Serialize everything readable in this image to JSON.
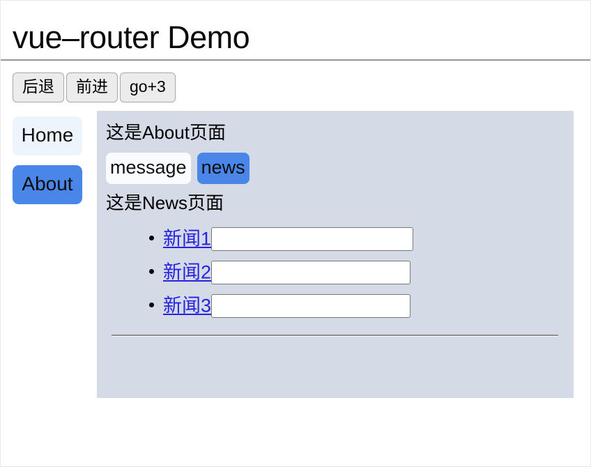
{
  "header": {
    "title": "vue–router Demo"
  },
  "history_controls": {
    "buttons": [
      {
        "label": "后退",
        "name": "back-button"
      },
      {
        "label": "前进",
        "name": "forward-button"
      },
      {
        "label": "go+3",
        "name": "go-plus-3-button"
      }
    ]
  },
  "sidebar": {
    "items": [
      {
        "label": "Home",
        "active": false
      },
      {
        "label": "About",
        "active": true
      }
    ]
  },
  "panel": {
    "heading": "这是About页面",
    "tabs": [
      {
        "label": "message",
        "active": false
      },
      {
        "label": "news",
        "active": true
      }
    ],
    "subheading": "这是News页面",
    "news_items": [
      {
        "link_label": "新闻1",
        "input_value": "",
        "input_placeholder": ""
      },
      {
        "link_label": "新闻2",
        "input_value": "",
        "input_placeholder": ""
      },
      {
        "link_label": "新闻3",
        "input_value": "",
        "input_placeholder": ""
      }
    ]
  },
  "colors": {
    "accent_blue": "#4a86e8",
    "panel_background": "#d4dbe6",
    "inactive_tab_background": "#fafbfd",
    "link_blue": "#2622e0",
    "button_background": "#ececec"
  }
}
